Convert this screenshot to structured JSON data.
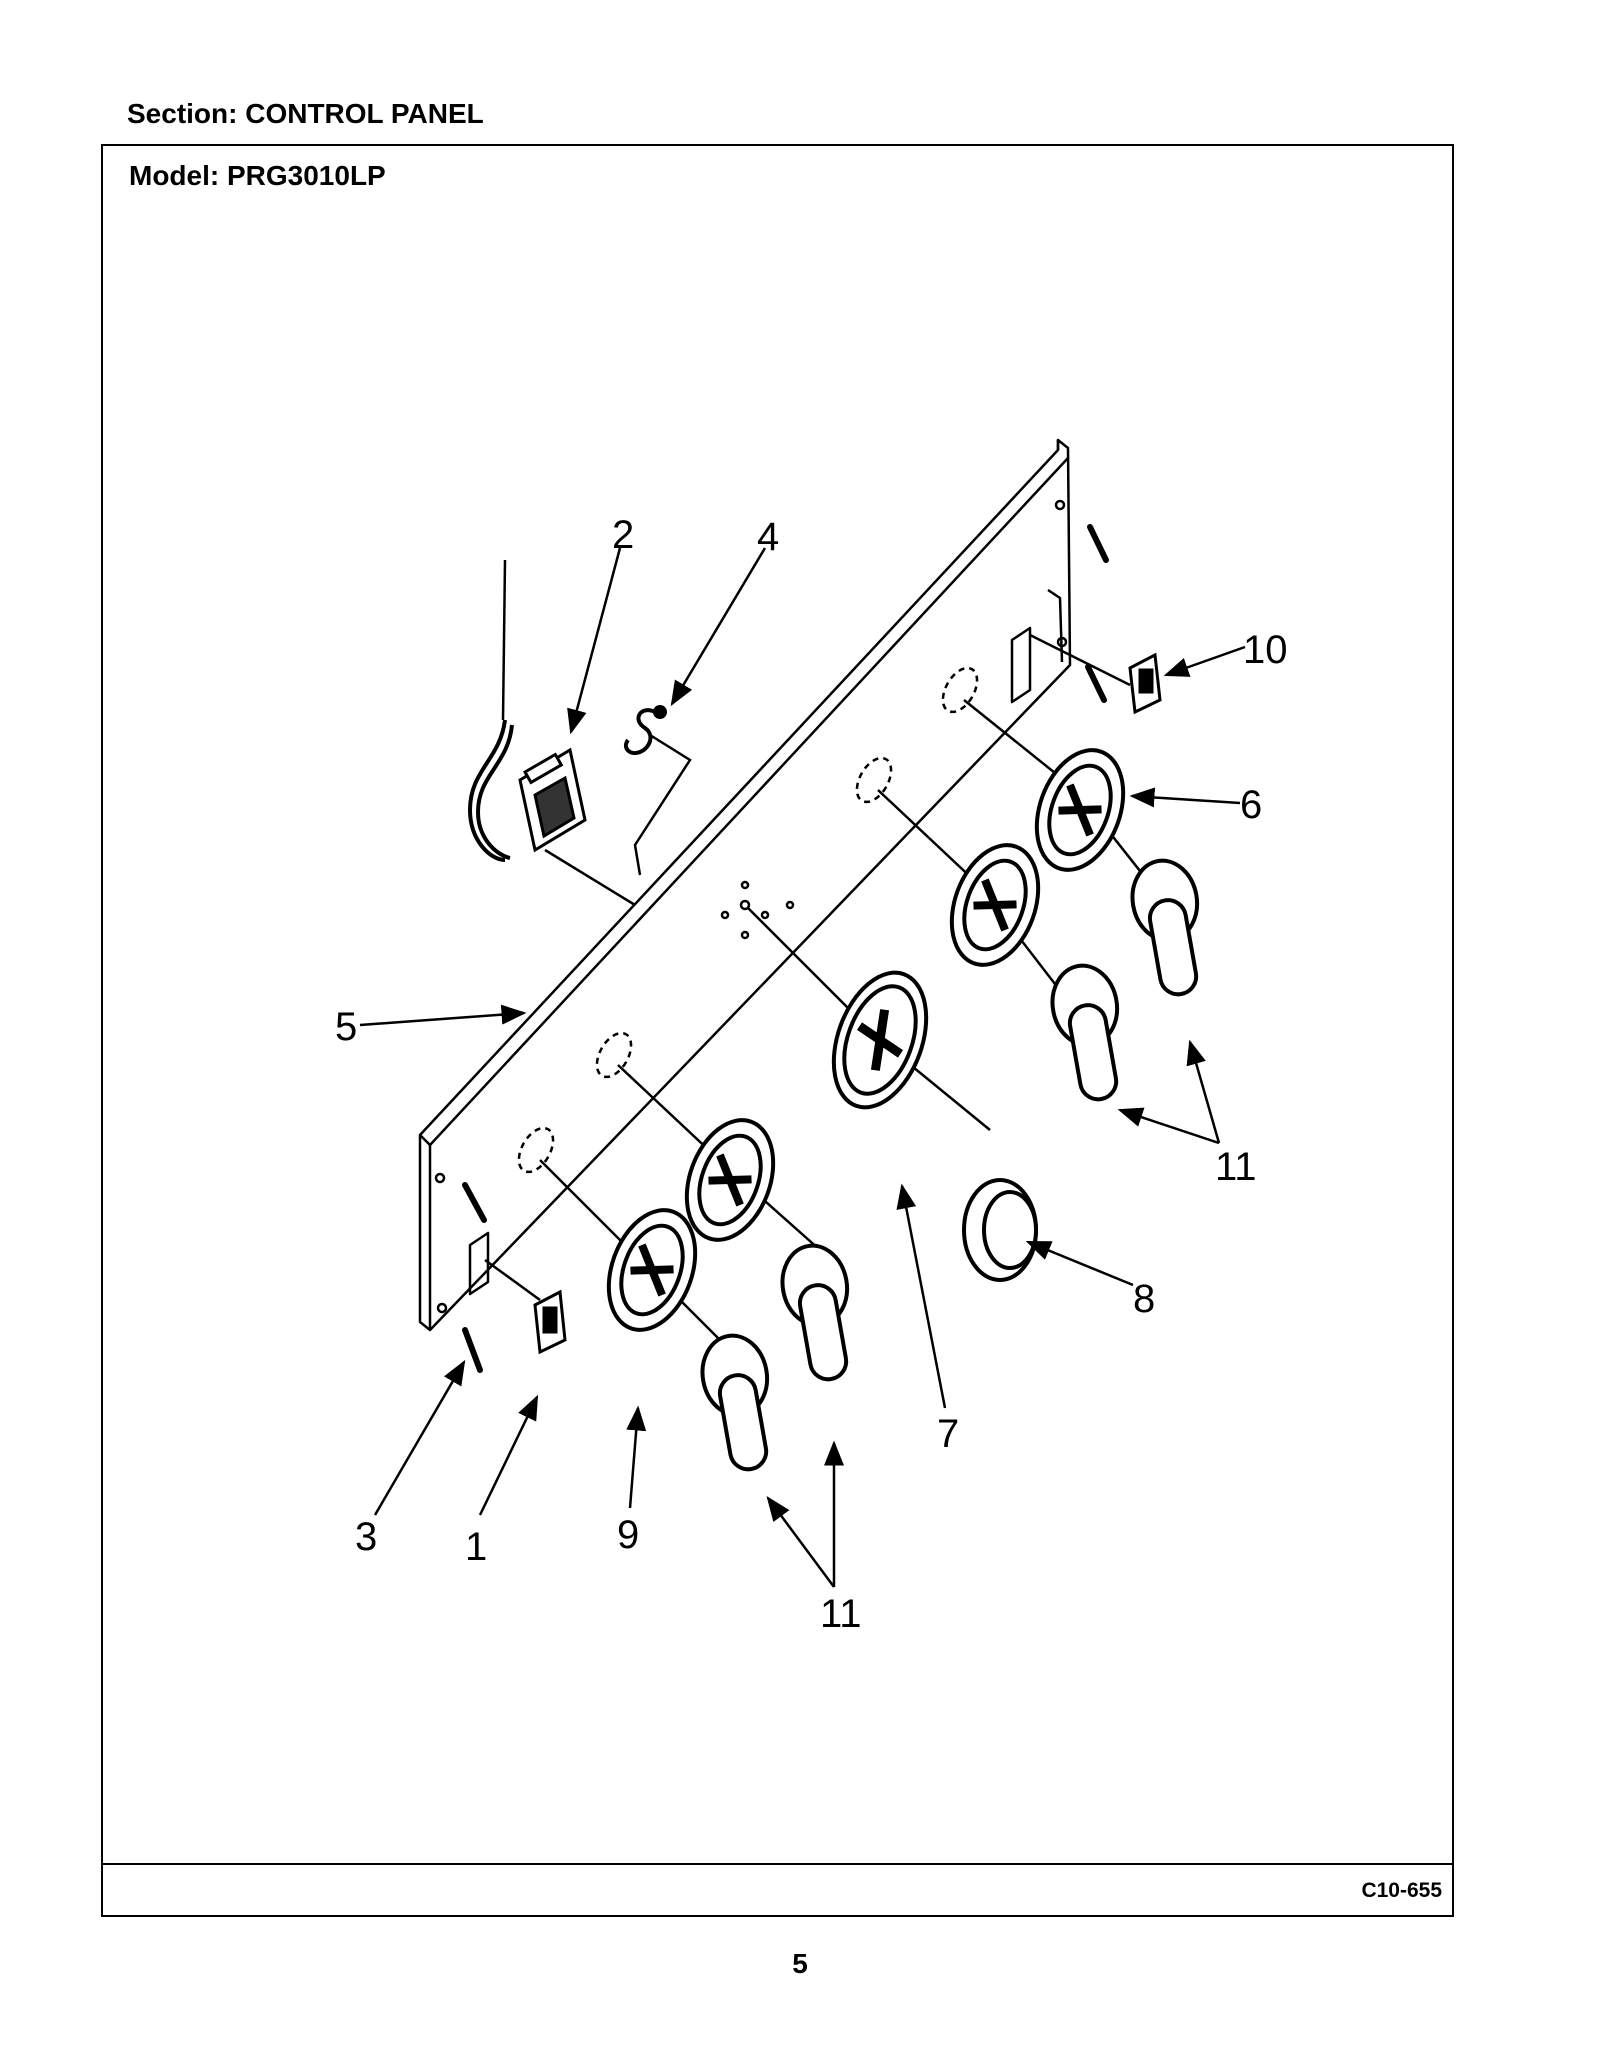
{
  "header": {
    "section": "Section:  CONTROL PANEL"
  },
  "frame": {
    "model": "Model:  PRG3010LP"
  },
  "footer": {
    "code": "C10-655"
  },
  "page": {
    "number": "5"
  },
  "callouts": [
    {
      "id": "c1",
      "label": "1"
    },
    {
      "id": "c2",
      "label": "2"
    },
    {
      "id": "c3",
      "label": "3"
    },
    {
      "id": "c4",
      "label": "4"
    },
    {
      "id": "c5",
      "label": "5"
    },
    {
      "id": "c6",
      "label": "6"
    },
    {
      "id": "c7",
      "label": "7"
    },
    {
      "id": "c8",
      "label": "8"
    },
    {
      "id": "c9",
      "label": "9"
    },
    {
      "id": "c10",
      "label": "10"
    },
    {
      "id": "c11a",
      "label": "11"
    },
    {
      "id": "c11b",
      "label": "11"
    }
  ]
}
